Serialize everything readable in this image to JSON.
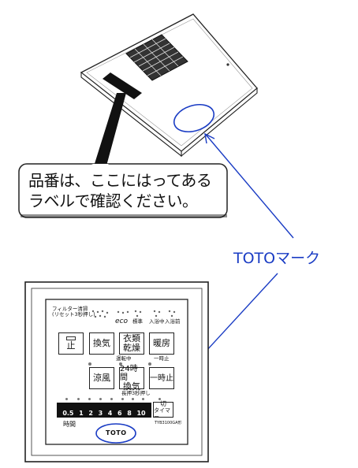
{
  "callout": {
    "line1": "品番は、ここにはってある",
    "line2": "ラベルで確認ください。"
  },
  "toto_mark_label": "TOTOマーク",
  "panel": {
    "filter_label_line1": "フィルター清掃",
    "filter_label_line2": "(リセット3秒押し)",
    "eco_label": "eco",
    "standard_label": "標準",
    "before_bath_label": "入浴中",
    "after_bath_label": "入浴前",
    "btn_stop": "止",
    "btn_ventilate": "換気",
    "btn_dry_line1": "衣類",
    "btn_dry_line2": "乾燥",
    "btn_heat": "暖房",
    "running_label": "運転中",
    "pause_label": "一時止",
    "btn_cool": "涼風",
    "btn_24h_line1": "24時間",
    "btn_24h_line2": "換気",
    "btn_pause": "一時止",
    "long_press_label": "長押3秒押し",
    "timer_values": [
      "0.5",
      "1",
      "2",
      "3",
      "4",
      "6",
      "8",
      "10"
    ],
    "btn_off_line1": "切",
    "btn_off_line2": "タイマー",
    "time_label": "時間",
    "model_label": "TYB3100GA形",
    "logo_text": "TOTO"
  },
  "colors": {
    "annotation_blue": "#1a3cc4",
    "ink": "#111111"
  }
}
